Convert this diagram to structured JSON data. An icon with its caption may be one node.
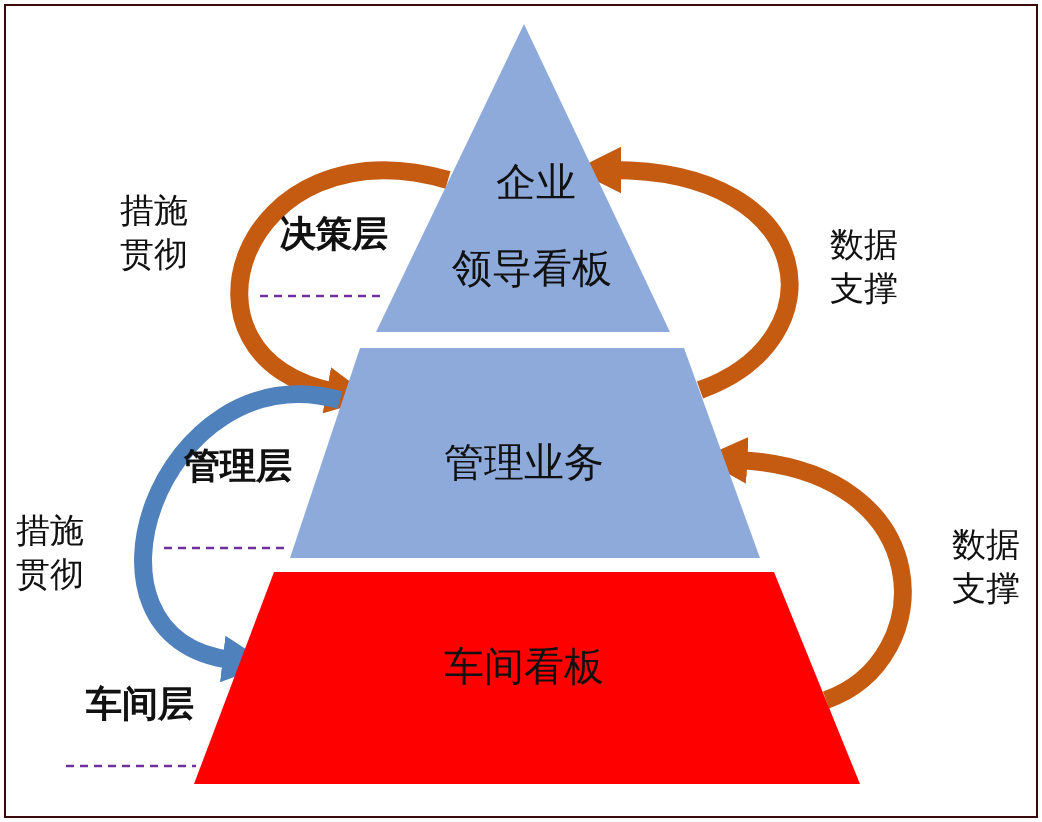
{
  "diagram": {
    "nodes": [
      {
        "text": [
          "企业",
          "领导看板"
        ]
      },
      {
        "text": [
          "管理业务"
        ]
      },
      {
        "text": [
          "车间看板"
        ]
      }
    ],
    "edges": [
      {
        "from": 0,
        "to": 1,
        "arrow": "to",
        "label": "措施贯彻"
      },
      {
        "from": 1,
        "to": 2,
        "arrow": "to",
        "label": "措施贯彻",
        "color": "#4f81bd"
      },
      {
        "from": 1,
        "to": 0,
        "arrow": "to",
        "label": "数据支撑"
      },
      {
        "from": 2,
        "to": 1,
        "arrow": "to",
        "label": "数据支撑"
      }
    ],
    "labels": [
      "决策层",
      "管理层",
      "车间层"
    ]
  }
}
